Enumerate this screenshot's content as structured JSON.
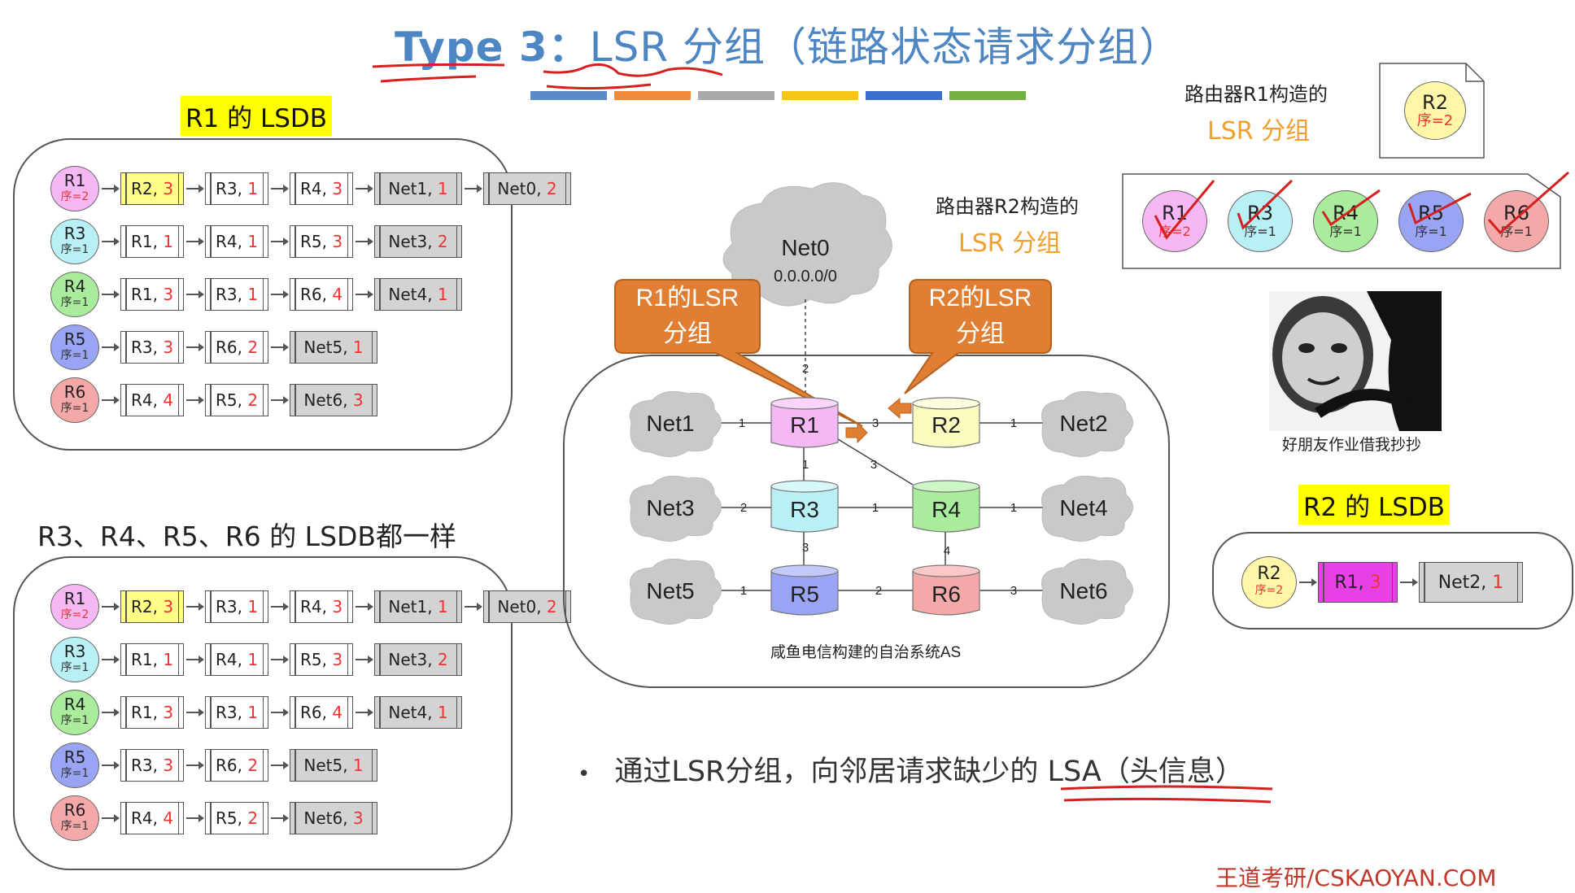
{
  "title": {
    "type": "Type 3",
    "colon": "：",
    "lsr": "LSR 分组",
    "paren": "（链路状态请求分组）"
  },
  "accent_colors": [
    "#4e86c4",
    "#ef8a3a",
    "#9e9e9e",
    "#f5c518",
    "#3b6fc9",
    "#72b043"
  ],
  "r1_lsdb_label": "R1 的 LSDB",
  "r2_lsdb_label": "R2 的 LSDB",
  "others_label": "R3、R4、R5、R6 的 LSDB都一样",
  "lsdb_rows": [
    {
      "router": "R1",
      "seq": "序=2",
      "seq_red": true,
      "color": "#f5b8f5",
      "entries": [
        {
          "name": "R2,",
          "cost": "3",
          "style": "yel"
        },
        {
          "name": "R3,",
          "cost": "1",
          "style": "white"
        },
        {
          "name": "R4,",
          "cost": "3",
          "style": "white"
        },
        {
          "name": "Net1,",
          "cost": "1",
          "style": "gray"
        },
        {
          "name": "Net0,",
          "cost": "2",
          "style": "gray"
        }
      ]
    },
    {
      "router": "R3",
      "seq": "序=1",
      "seq_red": false,
      "color": "#b8f0f5",
      "entries": [
        {
          "name": "R1,",
          "cost": "1",
          "style": "white"
        },
        {
          "name": "R4,",
          "cost": "1",
          "style": "white"
        },
        {
          "name": "R5,",
          "cost": "3",
          "style": "white"
        },
        {
          "name": "Net3,",
          "cost": "2",
          "style": "gray"
        }
      ]
    },
    {
      "router": "R4",
      "seq": "序=1",
      "seq_red": false,
      "color": "#a8ec9c",
      "entries": [
        {
          "name": "R1,",
          "cost": "3",
          "style": "white"
        },
        {
          "name": "R3,",
          "cost": "1",
          "style": "white"
        },
        {
          "name": "R6,",
          "cost": "4",
          "style": "white"
        },
        {
          "name": "Net4,",
          "cost": "1",
          "style": "gray"
        }
      ]
    },
    {
      "router": "R5",
      "seq": "序=1",
      "seq_red": false,
      "color": "#9aa4f5",
      "entries": [
        {
          "name": "R3,",
          "cost": "3",
          "style": "white"
        },
        {
          "name": "R6,",
          "cost": "2",
          "style": "white"
        },
        {
          "name": "Net5,",
          "cost": "1",
          "style": "gray"
        }
      ]
    },
    {
      "router": "R6",
      "seq": "序=1",
      "seq_red": false,
      "color": "#f5a8a8",
      "entries": [
        {
          "name": "R4,",
          "cost": "4",
          "style": "white"
        },
        {
          "name": "R5,",
          "cost": "2",
          "style": "white"
        },
        {
          "name": "Net6,",
          "cost": "3",
          "style": "gray"
        }
      ]
    }
  ],
  "r2_lsdb": {
    "router": "R2",
    "seq": "序=2",
    "entries": [
      {
        "name": "R1,",
        "cost": "3",
        "style": "mag"
      },
      {
        "name": "Net2,",
        "cost": "1",
        "style": "gray"
      }
    ]
  },
  "r1_lsr": {
    "caption": "路由器R1构造的",
    "caption_bold": "R1",
    "label": "LSR 分组",
    "router": "R2",
    "seq": "序=2"
  },
  "r2_lsr": {
    "caption": "路由器R2构造的",
    "caption_bold": "R2",
    "label": "LSR 分组",
    "items": [
      {
        "router": "R1",
        "seq": "序=2",
        "seq_red": true,
        "color": "#f5b8f5"
      },
      {
        "router": "R3",
        "seq": "序=1",
        "seq_red": false,
        "color": "#b8f0f5"
      },
      {
        "router": "R4",
        "seq": "序=1",
        "seq_red": false,
        "color": "#a8ec9c"
      },
      {
        "router": "R5",
        "seq": "序=1",
        "seq_red": false,
        "color": "#9aa4f5"
      },
      {
        "router": "R6",
        "seq": "序=1",
        "seq_red": false,
        "color": "#f5a8a8"
      }
    ]
  },
  "network": {
    "net0": {
      "name": "Net0",
      "addr": "0.0.0.0/0"
    },
    "callout_r1": {
      "line1": "R1的LSR",
      "line2": "分组"
    },
    "callout_r2": {
      "line1": "R2的LSR",
      "line2": "分组"
    },
    "routers": {
      "r1": "R1",
      "r2": "R2",
      "r3": "R3",
      "r4": "R4",
      "r5": "R5",
      "r6": "R6"
    },
    "nets": {
      "net1": "Net1",
      "net2": "Net2",
      "net3": "Net3",
      "net4": "Net4",
      "net5": "Net5",
      "net6": "Net6"
    },
    "costs": {
      "net0_r1": "2",
      "net1_r1": "1",
      "r1_r2": "3",
      "r2_net2": "1",
      "r1_r3": "1",
      "r1_r4": "3",
      "net3_r3": "2",
      "r3_r4": "1",
      "r4_net4": "1",
      "r3_r5": "3",
      "r4_r6": "4",
      "net5_r5": "1",
      "r5_r6": "2",
      "r6_net6": "3"
    },
    "as_caption": "咸鱼电信构建的自治系统AS"
  },
  "meme_caption": "好朋友作业借我抄抄",
  "bullet": {
    "dot": "•",
    "text": "通过LSR分组，向邻居请求缺少的 LSA（头信息）"
  },
  "footer": "王道考研/CSKAOYAN.COM"
}
